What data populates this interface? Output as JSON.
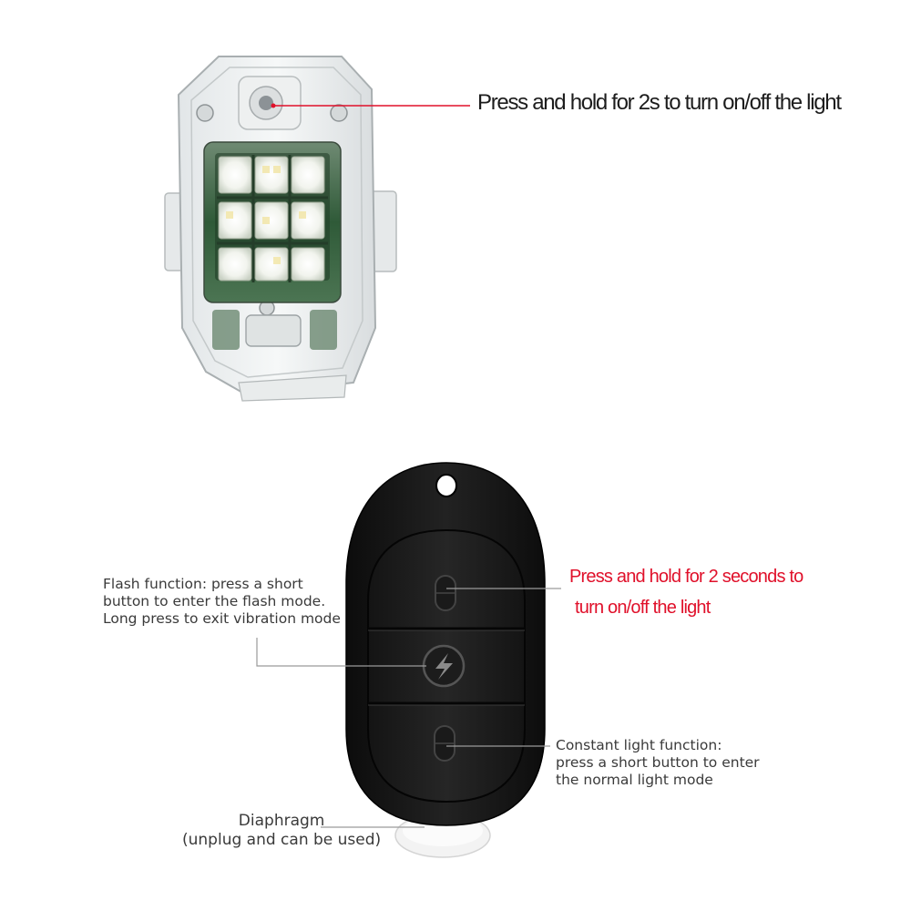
{
  "light_unit": {
    "label": "Press and hold for 2s  to turn on/off the light",
    "pointer_color": "#e0102a"
  },
  "remote": {
    "top_button_label": [
      "Press and hold for 2 seconds to",
      "turn on/off the light"
    ],
    "middle_button_label": [
      "Flash function: press a short",
      "button to enter the flash mode.",
      "Long press to exit vibration mode"
    ],
    "bottom_button_label": [
      "Constant light function:",
      "press a short button to enter",
      "the normal light mode"
    ],
    "diaphragm_label": [
      "Diaphragm",
      "(unplug and can be used)"
    ],
    "accent_color": "#e0102a",
    "text_color": "#3a3a3a"
  }
}
